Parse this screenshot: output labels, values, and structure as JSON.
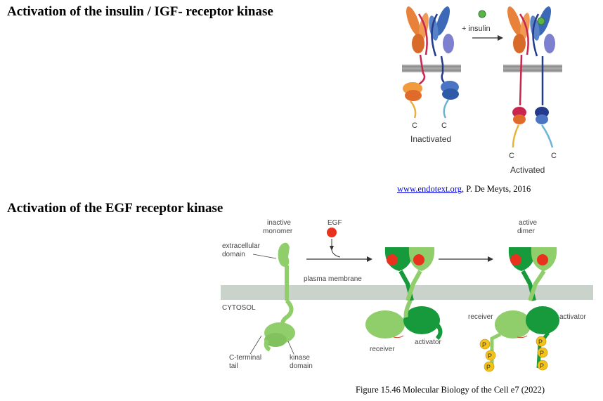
{
  "titles": {
    "insulin": "Activation of the insulin / IGF- receptor kinase",
    "egf": "Activation of the EGF receptor kinase"
  },
  "insulin_figure": {
    "ligand_label": "+ insulin",
    "terminal_label": "C",
    "state_inactive": "Inactivated",
    "state_active": "Activated"
  },
  "insulin_credit": {
    "link_text": "www.endotext.org",
    "suffix": ", P. De Meyts, 2016"
  },
  "egf_figure": {
    "inactive_monomer_line1": "inactive",
    "inactive_monomer_line2": "monomer",
    "egf": "EGF",
    "active_dimer_line1": "active",
    "active_dimer_line2": "dimer",
    "extracellular_line1": "extracellular",
    "extracellular_line2": "domain",
    "plasma_membrane": "plasma membrane",
    "cytosol": "CYTOSOL",
    "receiver": "receiver",
    "activator": "activator",
    "c_terminal_line1": "C-terminal",
    "c_terminal_line2": "tail",
    "kinase_line1": "kinase",
    "kinase_line2": "domain",
    "phosphate": "P"
  },
  "egf_credit": "Figure 15.46 Molecular Biology of the Cell e7 (2022)",
  "colors": {
    "membrane_gray": "#9a9a9a",
    "egf_membrane": "#c9d3cc",
    "light_green": "#8fce6a",
    "dark_green": "#169a3c",
    "egf_red": "#e8321e",
    "phosphate_yellow": "#f3c21b",
    "orange": "#e8823a",
    "blue": "#2f5aa8",
    "red_chain": "#c8264e",
    "navy_chain": "#243a8a",
    "ligand_green": "#5bb34a"
  }
}
